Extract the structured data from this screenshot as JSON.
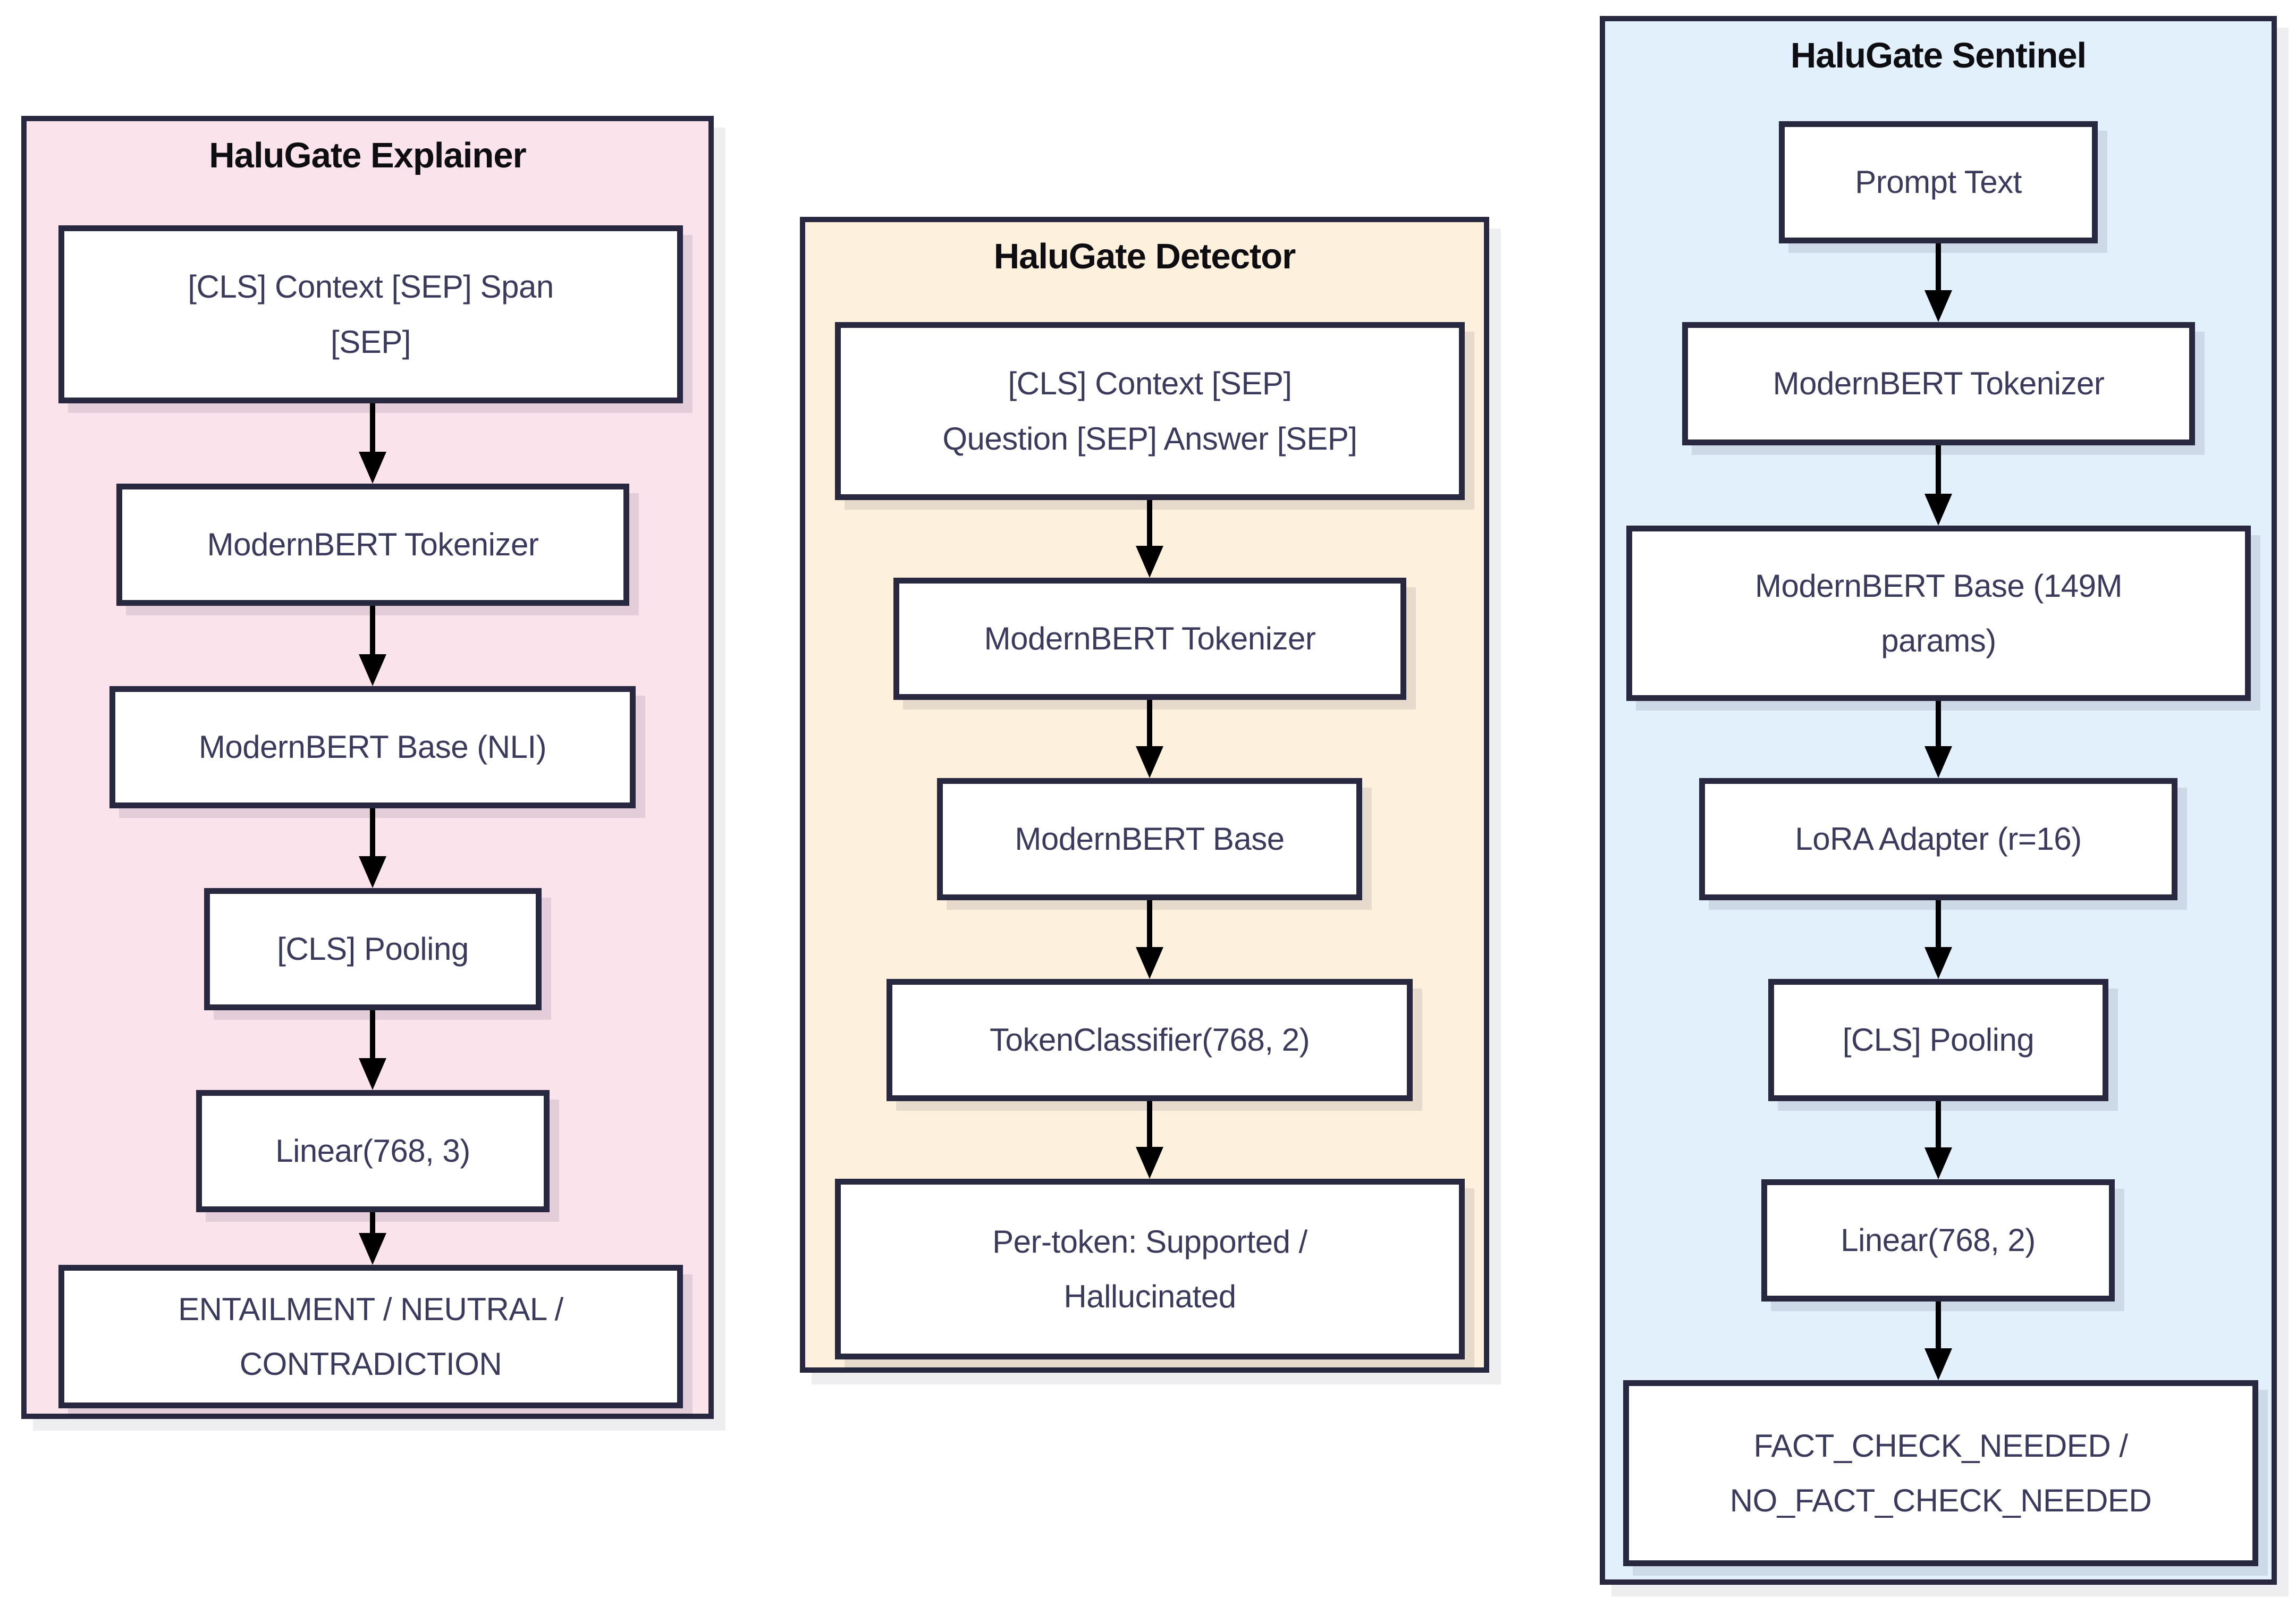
{
  "diagram": {
    "page_background": "#ffffff",
    "panel_border_color": "#282840",
    "node_fill": "#ffffff",
    "node_border_color": "#282840",
    "node_text_color": "#3a3a5c",
    "title_color": "#0d0d12",
    "arrow_color": "#000000",
    "panels": [
      {
        "title": "HaluGate Explainer",
        "background": "#fbe3ec",
        "nodes": [
          {
            "label": "[CLS] Context [SEP] Span\n[SEP]"
          },
          {
            "label": "ModernBERT Tokenizer"
          },
          {
            "label": "ModernBERT Base (NLI)"
          },
          {
            "label": "[CLS] Pooling"
          },
          {
            "label": "Linear(768, 3)"
          },
          {
            "label": "ENTAILMENT / NEUTRAL /\nCONTRADICTION"
          }
        ]
      },
      {
        "title": "HaluGate Detector",
        "background": "#fdf1de",
        "nodes": [
          {
            "label": "[CLS] Context [SEP]\nQuestion [SEP] Answer [SEP]"
          },
          {
            "label": "ModernBERT Tokenizer"
          },
          {
            "label": "ModernBERT Base"
          },
          {
            "label": "TokenClassifier(768, 2)"
          },
          {
            "label": "Per-token: Supported /\nHallucinated"
          }
        ]
      },
      {
        "title": "HaluGate Sentinel",
        "background": "#e2f0fc",
        "nodes": [
          {
            "label": "Prompt Text"
          },
          {
            "label": "ModernBERT Tokenizer"
          },
          {
            "label": "ModernBERT Base (149M\nparams)"
          },
          {
            "label": "LoRA Adapter (r=16)"
          },
          {
            "label": "[CLS] Pooling"
          },
          {
            "label": "Linear(768, 2)"
          },
          {
            "label": "FACT_CHECK_NEEDED /\nNO_FACT_CHECK_NEEDED"
          }
        ]
      }
    ]
  }
}
